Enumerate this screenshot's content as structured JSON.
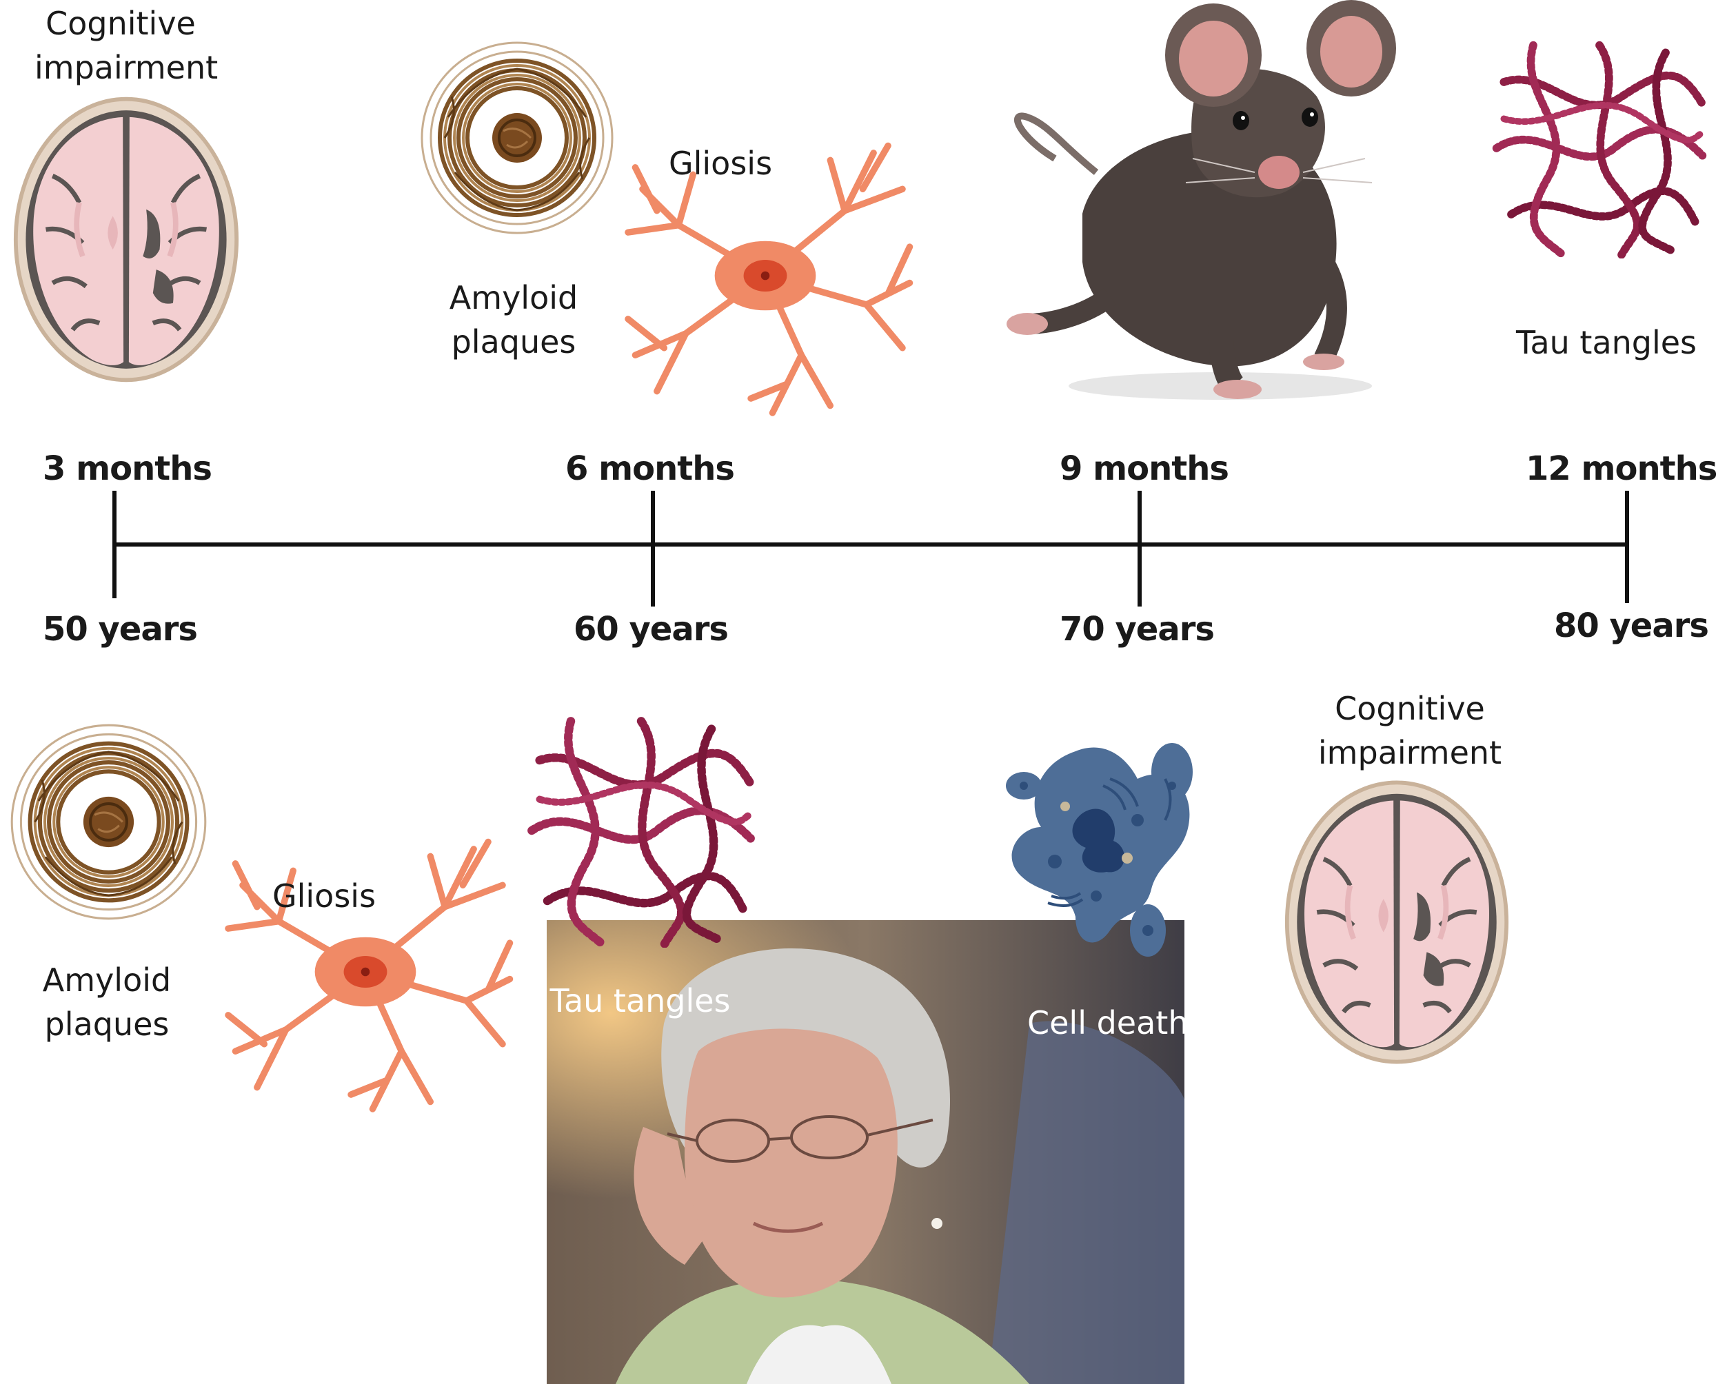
{
  "timeline": {
    "mouse_ticks": [
      "3 months",
      "6 months",
      "9 months",
      "12 months"
    ],
    "human_ticks": [
      "50 years",
      "60 years",
      "70 years",
      "80 years"
    ]
  },
  "mouse_row": {
    "cognitive_impairment": "Cognitive impairment",
    "amyloid_plaques": "Amyloid plaques",
    "gliosis": "Gliosis",
    "tau_tangles": "Tau tangles"
  },
  "human_row": {
    "amyloid_plaques": "Amyloid plaques",
    "gliosis": "Gliosis",
    "tau_tangles": "Tau tangles",
    "cell_death": "Cell death",
    "cognitive_impairment": "Cognitive impairment"
  },
  "colors": {
    "brain": "#f2c9cb",
    "brain_shell": "#d7c4b4",
    "amyloid": "#8a5a2b",
    "glia": "#f08a66",
    "tau": "#8e1f45",
    "cell": "#4e6e97"
  }
}
